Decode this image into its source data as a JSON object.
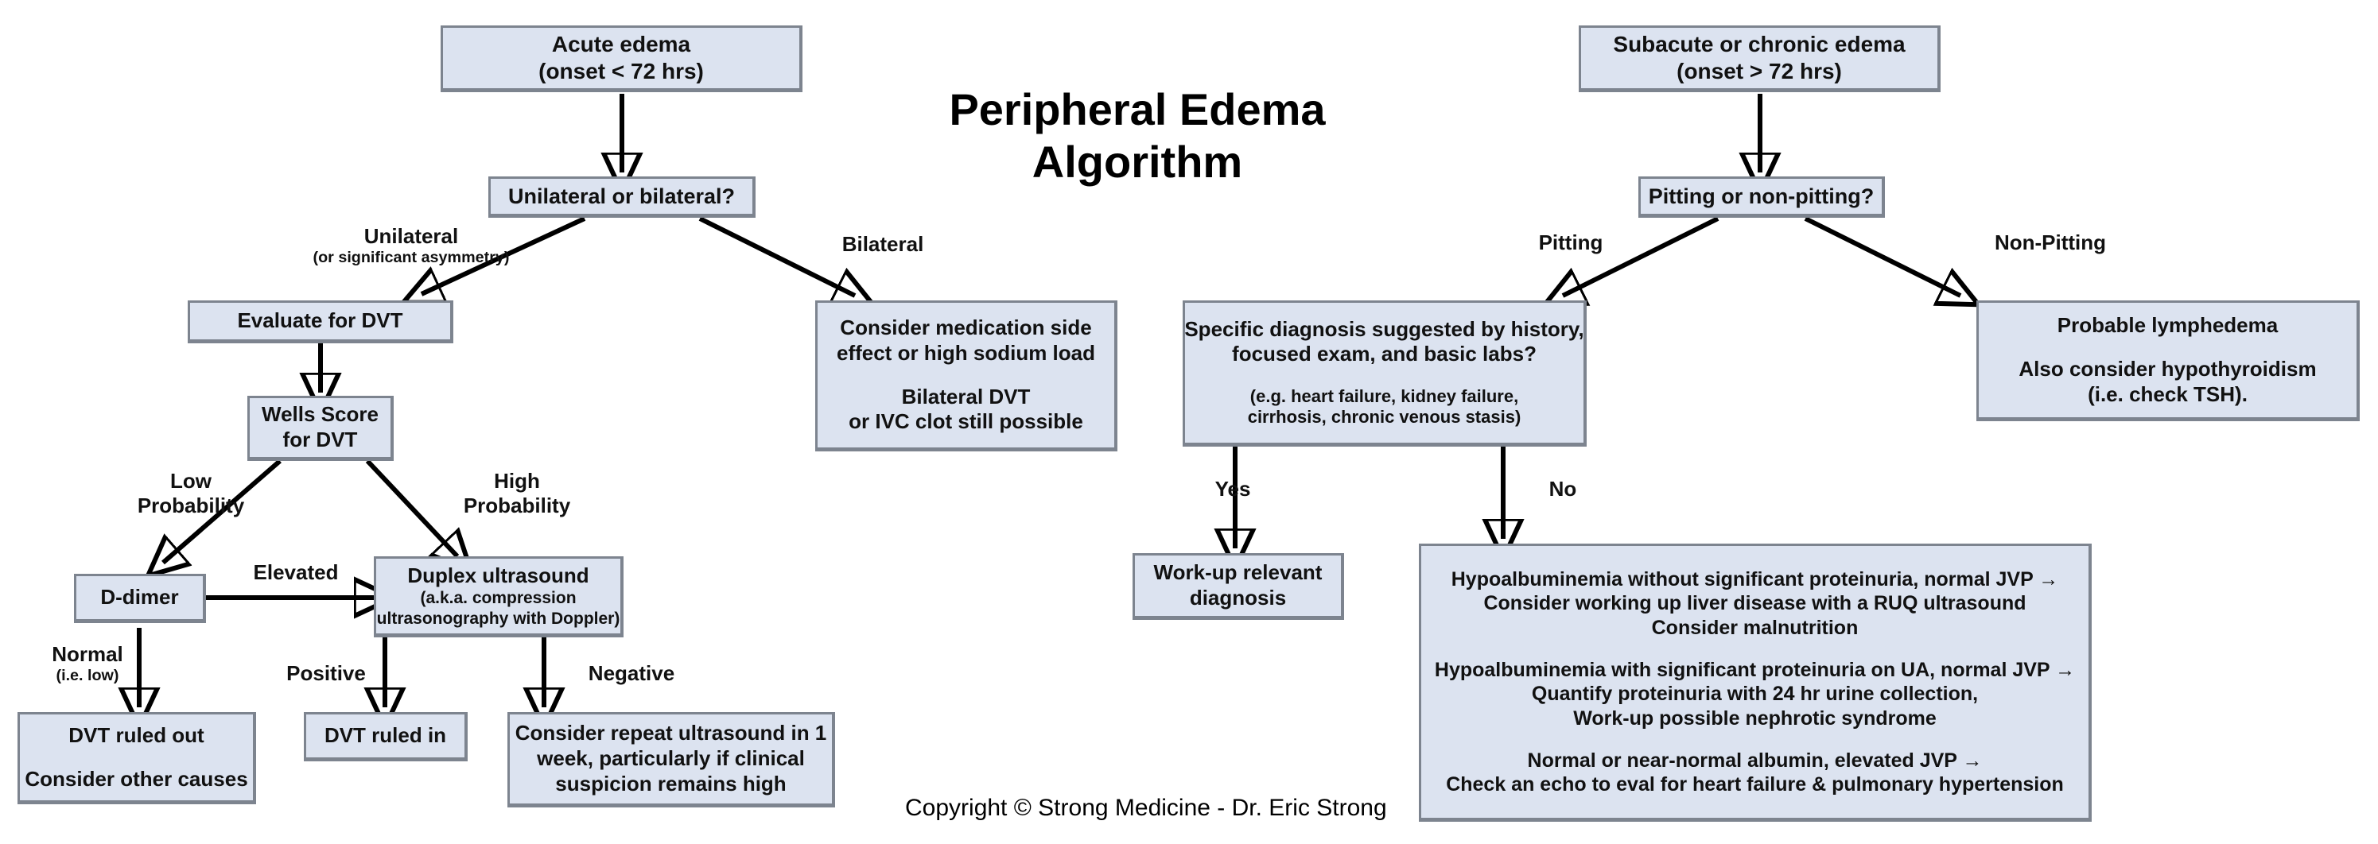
{
  "title": {
    "text": "Peripheral Edema\nAlgorithm"
  },
  "copyright": {
    "text": "Copyright © Strong Medicine - Dr. Eric Strong"
  },
  "colors": {
    "node_fill": "#dce3f0",
    "node_border": "#7d848f",
    "text": "#111111",
    "connector": "#000000",
    "background": "#ffffff"
  },
  "nodes": {
    "acute_edema": {
      "line1": "Acute edema",
      "line2": "(onset < 72 hrs)"
    },
    "unilateral_or_bilateral": {
      "line1": "Unilateral or bilateral?"
    },
    "evaluate_for_dvt": {
      "line1": "Evaluate for DVT"
    },
    "wells_score": {
      "line1": "Wells Score",
      "line2": "for DVT"
    },
    "medication_side_effect": {
      "line1": "Consider medication side",
      "line2": "effect or high sodium load",
      "line3": "Bilateral DVT",
      "line4": "or IVC clot still possible"
    },
    "d_dimer": {
      "line1": "D-dimer"
    },
    "duplex_ultrasound": {
      "line1": "Duplex ultrasound",
      "line2": "(a.k.a. compression",
      "line3": "ultrasonography with Doppler)"
    },
    "dvt_ruled_out": {
      "line1": "DVT ruled out",
      "line2": "Consider other causes"
    },
    "dvt_ruled_in": {
      "line1": "DVT ruled in"
    },
    "repeat_ultrasound": {
      "line1": "Consider repeat ultrasound in 1",
      "line2": "week, particularly if clinical",
      "line3": "suspicion remains high"
    },
    "subacute_chronic_edema": {
      "line1": "Subacute or chronic edema",
      "line2": "(onset > 72 hrs)"
    },
    "pitting_or_nonpitting": {
      "line1": "Pitting or non-pitting?"
    },
    "specific_diagnosis": {
      "line1": "Specific diagnosis suggested by history,",
      "line2": "focused exam, and basic labs?",
      "line3": "(e.g. heart failure, kidney failure,",
      "line4": "cirrhosis, chronic venous stasis)"
    },
    "probable_lymphedema": {
      "line1": "Probable lymphedema",
      "line2": "Also consider hypothyroidism",
      "line3": "(i.e. check TSH)."
    },
    "workup_relevant_diagnosis": {
      "line1": "Work-up relevant",
      "line2": "diagnosis"
    },
    "hypoalbuminemia": {
      "line1": "Hypoalbuminemia without significant proteinuria, normal JVP →",
      "line2": "Consider working up liver disease with a RUQ ultrasound",
      "line3": "Consider malnutrition",
      "line4": "Hypoalbuminemia with significant proteinuria on UA, normal JVP →",
      "line5": "Quantify proteinuria with 24 hr urine collection,",
      "line6": "Work-up possible nephrotic syndrome",
      "line7": "Normal or near-normal albumin, elevated JVP →",
      "line8": "Check an echo to eval for heart failure & pulmonary hypertension"
    }
  },
  "edge_labels": {
    "unilateral": {
      "main": "Unilateral",
      "sub": "(or significant asymmetry)"
    },
    "bilateral": {
      "main": "Bilateral"
    },
    "low_probability": {
      "main": "Low",
      "sub2": "Probability"
    },
    "high_probability": {
      "main": "High",
      "sub2": "Probability"
    },
    "elevated": {
      "main": "Elevated"
    },
    "normal_low": {
      "main": "Normal",
      "sub": "(i.e. low)"
    },
    "positive": {
      "main": "Positive"
    },
    "negative": {
      "main": "Negative"
    },
    "pitting": {
      "main": "Pitting"
    },
    "non_pitting": {
      "main": "Non-Pitting"
    },
    "yes": {
      "main": "Yes"
    },
    "no": {
      "main": "No"
    }
  }
}
